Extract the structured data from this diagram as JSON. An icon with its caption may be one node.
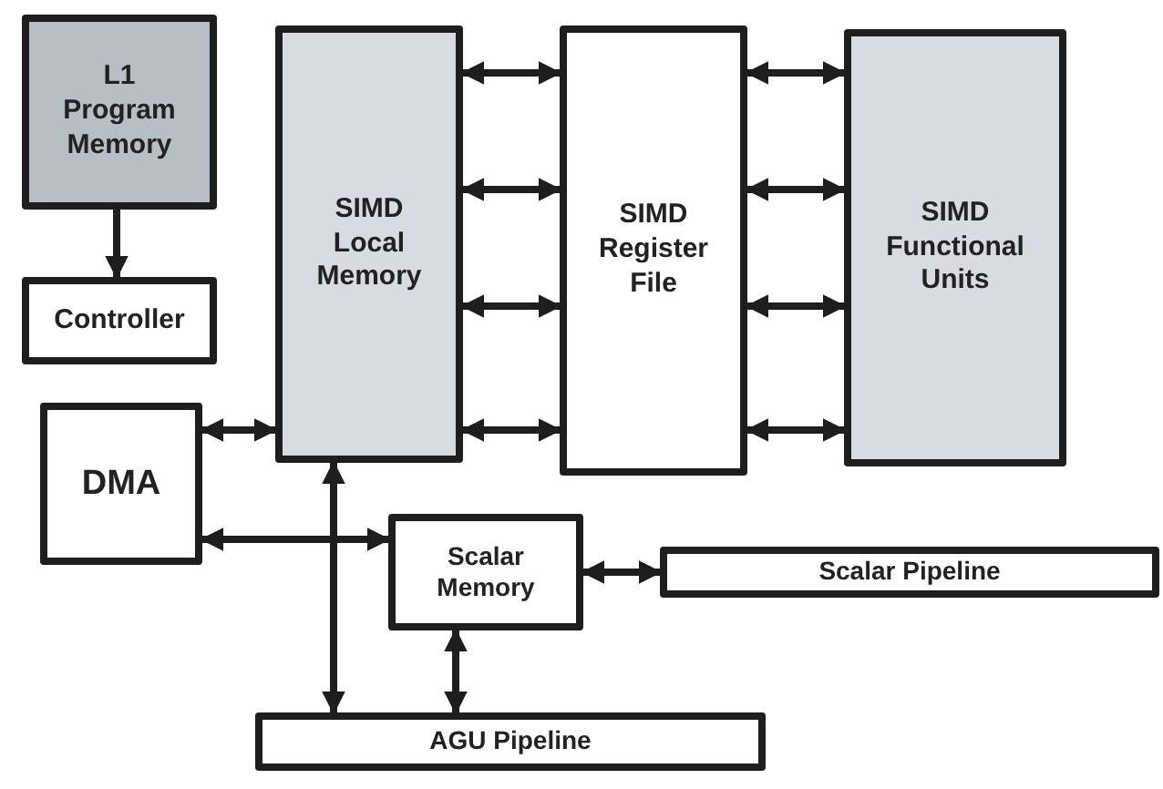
{
  "diagram": {
    "nodes": [
      {
        "text": [
          "L1 Program Memory"
        ]
      },
      {
        "text": [
          "Controller"
        ]
      },
      {
        "text": [
          "SIMD Local Memory"
        ]
      },
      {
        "text": [
          "SIMD Register File"
        ]
      },
      {
        "text": [
          "SIMD Functional Units"
        ]
      },
      {
        "text": [
          "DMA"
        ]
      },
      {
        "text": [
          "Scalar Memory"
        ]
      },
      {
        "text": [
          "Scalar Pipeline"
        ]
      },
      {
        "text": [
          "AGU Pipeline"
        ]
      }
    ],
    "edges": [
      {
        "from": 0,
        "to": 1,
        "arrow": "to"
      },
      {
        "from": 2,
        "to": 3,
        "arrow": "both"
      },
      {
        "from": 2,
        "to": 3,
        "arrow": "both"
      },
      {
        "from": 2,
        "to": 3,
        "arrow": "both"
      },
      {
        "from": 2,
        "to": 3,
        "arrow": "both"
      },
      {
        "from": 3,
        "to": 4,
        "arrow": "both"
      },
      {
        "from": 3,
        "to": 4,
        "arrow": "both"
      },
      {
        "from": 3,
        "to": 4,
        "arrow": "both"
      },
      {
        "from": 3,
        "to": 4,
        "arrow": "both"
      },
      {
        "from": 5,
        "to": 2,
        "arrow": "both"
      },
      {
        "from": 5,
        "to": 6,
        "arrow": "both"
      },
      {
        "from": 2,
        "to": 8,
        "arrow": "both"
      },
      {
        "from": 6,
        "to": 7,
        "arrow": "both"
      },
      {
        "from": 6,
        "to": 8,
        "arrow": "both"
      }
    ]
  }
}
